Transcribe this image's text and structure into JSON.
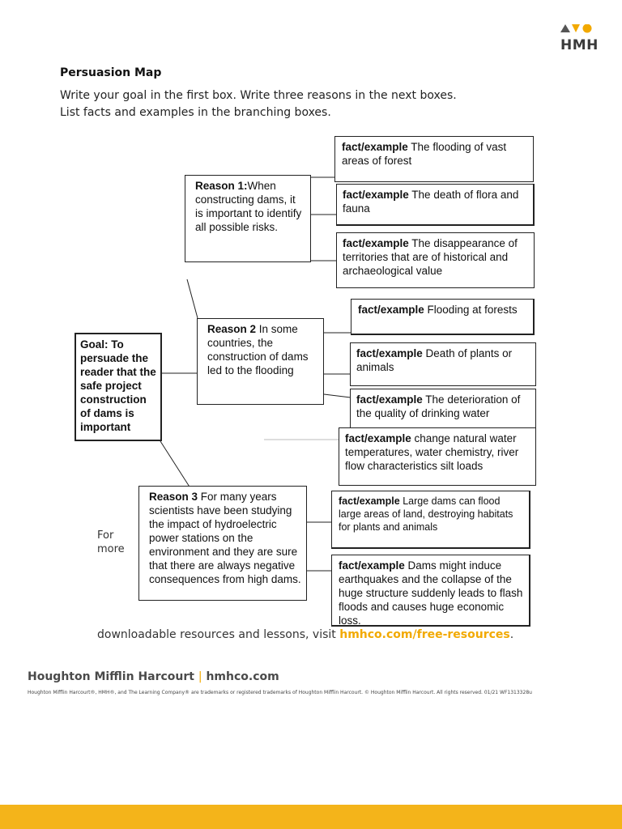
{
  "brand": {
    "logo_text": "HMH",
    "publisher": "Houghton Mifflin Harcourt",
    "separator": "|",
    "site": "hmhco.com",
    "accent_color": "#f2a900",
    "fine_print": "Houghton Mifflin Harcourt®, HMH®, and The Learning Company® are trademarks or registered trademarks of Houghton Mifflin Harcourt. © Houghton Mifflin Harcourt. All rights reserved. 01/21 WF1313328u"
  },
  "title": "Persuasion Map",
  "instructions": {
    "line1": "Write your goal in the first box. Write three reasons in the next boxes.",
    "line2": "List facts and examples in the branching boxes."
  },
  "goal": "Goal: To persuade the reader that the safe project construction of dams is important",
  "reasons": [
    {
      "label": "Reason 1:",
      "text": "When constructing dams, it is important to identify all possible risks.",
      "facts": [
        {
          "label": "fact/example",
          "text": " The flooding of vast areas of forest"
        },
        {
          "label": "fact/example",
          "text": " The death of flora and fauna"
        },
        {
          "label": "fact/example",
          "text": " The disappearance of territories that are of historical and archaeological value"
        }
      ]
    },
    {
      "label": "Reason 2",
      "text": " In some countries, the construction of dams led to the flooding",
      "facts": [
        {
          "label": "fact/example",
          "text": " Flooding at forests"
        },
        {
          "label": "fact/example",
          "text": " Death of plants or animals"
        },
        {
          "label": "fact/example",
          "text": " The deterioration of the quality of drinking water"
        },
        {
          "label": "fact/example",
          "text": " change natural water temperatures, water chemistry, river flow characteristics silt loads"
        }
      ]
    },
    {
      "label": "Reason 3",
      "text": " For many years scientists have been studying the impact of hydroelectric power stations on the environment and they are sure that there are always negative consequences from high dams.",
      "facts": [
        {
          "label": "fact/example",
          "text": "  Large dams can flood large areas of land, destroying habitats for plants and animals"
        },
        {
          "label": "fact/example",
          "text": " Dams might induce earthquakes and the collapse of the huge structure suddenly leads to flash floods and causes huge economic loss."
        }
      ]
    }
  ],
  "footer": {
    "for_more": "For more",
    "resources_text": "downloadable resources and lessons, visit ",
    "link": "hmhco.com/free-resources",
    "period": "."
  }
}
